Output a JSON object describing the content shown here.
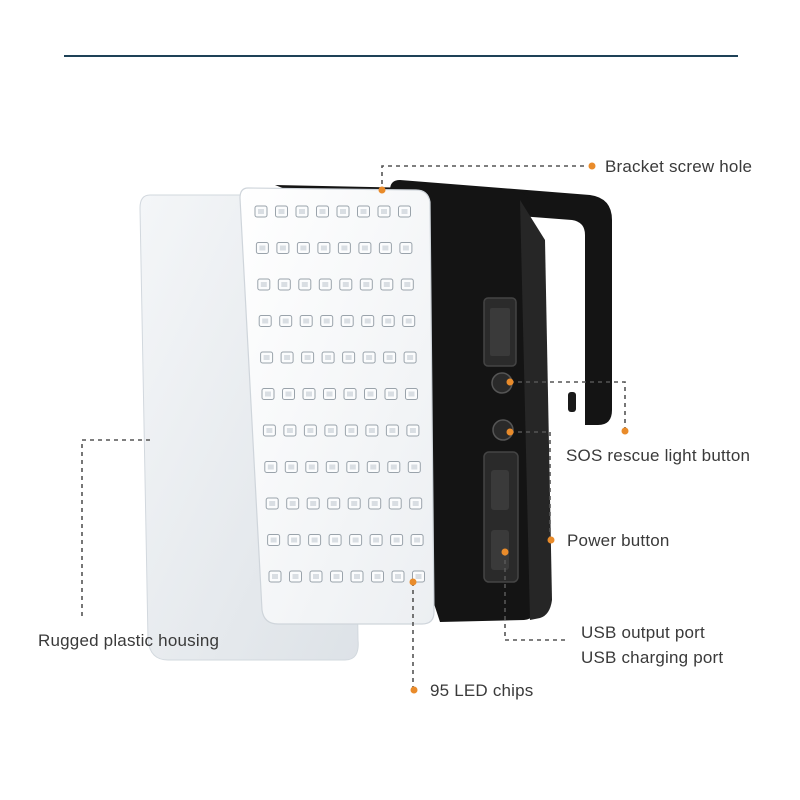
{
  "colors": {
    "accent_dot": "#e98b2a",
    "top_rule": "#1e4157",
    "leader": "#555555",
    "housing": "#111111",
    "panel": "#f3f5f7",
    "diffuser": "#e6eaee",
    "led": "#cfd6dc"
  },
  "labels": {
    "bracket_screw_hole": "Bracket screw hole",
    "sos_button": "SOS rescue light button",
    "power_button": "Power button",
    "usb_output": "USB output port",
    "usb_charging": "USB charging port",
    "rugged_housing": "Rugged plastic housing",
    "led_chips": "95 LED chips"
  },
  "icons": [
    "led-panel-image",
    "bracket-image",
    "display-icon",
    "button-icon"
  ]
}
